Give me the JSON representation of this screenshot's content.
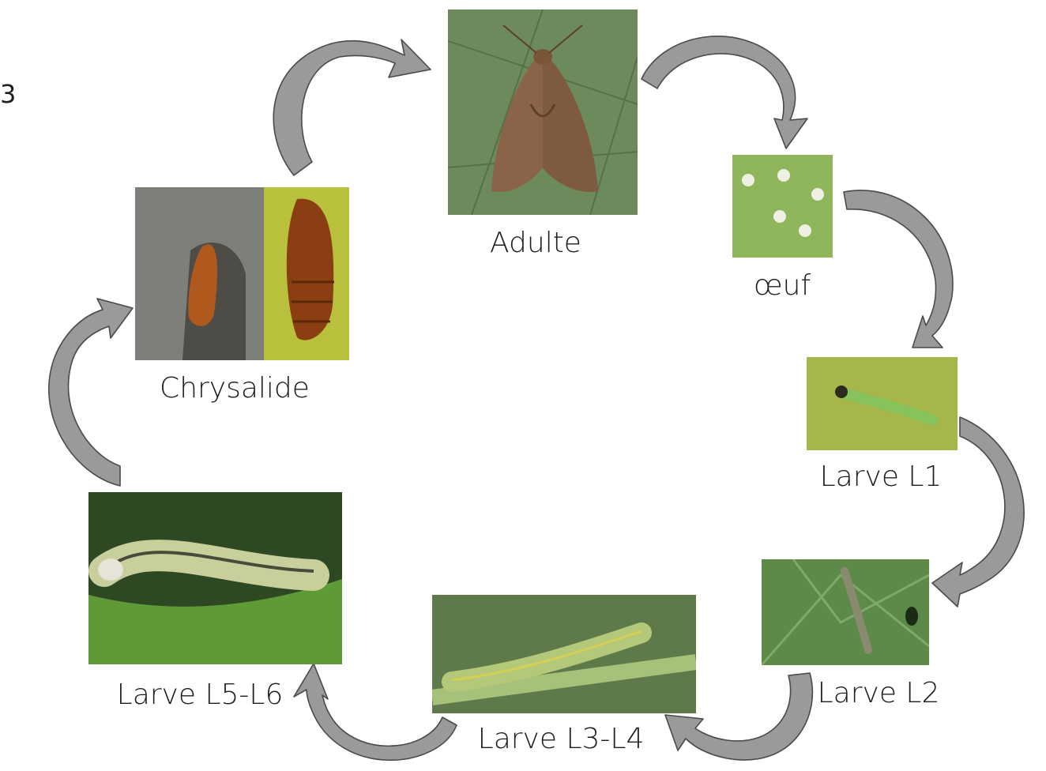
{
  "diagram": {
    "stages": [
      {
        "id": "adult",
        "label": "Adulte",
        "icon": "moth-photo"
      },
      {
        "id": "egg",
        "label": "œuf",
        "icon": "eggs-photo"
      },
      {
        "id": "l1",
        "label": "Larve L1",
        "icon": "larva-photo"
      },
      {
        "id": "l2",
        "label": "Larve L2",
        "icon": "larva-photo"
      },
      {
        "id": "l3l4",
        "label": "Larve L3-L4",
        "icon": "caterpillar-photo"
      },
      {
        "id": "l5l6",
        "label": "Larve L5-L6",
        "icon": "caterpillar-photo"
      },
      {
        "id": "pupa",
        "label": "Chrysalide",
        "icon": "pupa-photo"
      }
    ],
    "edge_mark": "3",
    "colors": {
      "arrow_fill": "#9a9a9a",
      "arrow_stroke": "#4a4a4a",
      "label_text": "#1e1e1e"
    }
  }
}
